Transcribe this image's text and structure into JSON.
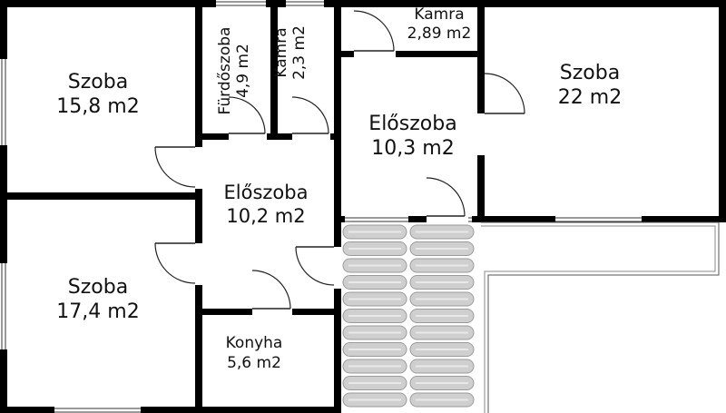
{
  "rooms": {
    "szoba_1": {
      "name": "Szoba",
      "area": "15,8 m2"
    },
    "furdoszoba": {
      "name": "Fürdőszoba",
      "area": "4,9 m2"
    },
    "kamra_1": {
      "name": "Kamra",
      "area": "2,3 m2"
    },
    "kamra_2": {
      "name": "Kamra",
      "area": "2,89 m2"
    },
    "szoba_2": {
      "name": "Szoba",
      "area": "22 m2"
    },
    "eloszoba_1": {
      "name": "Előszoba",
      "area": "10,3 m2"
    },
    "eloszoba_2": {
      "name": "Előszoba",
      "area": "10,2 m2"
    },
    "szoba_3": {
      "name": "Szoba",
      "area": "17,4 m2"
    },
    "konyha": {
      "name": "Konyha",
      "area": "5,6 m2"
    }
  },
  "colors": {
    "wall": "#000000",
    "thin_line": "#333333",
    "window_glass": "#d9d9d9",
    "stair": "#cfcfcf"
  }
}
